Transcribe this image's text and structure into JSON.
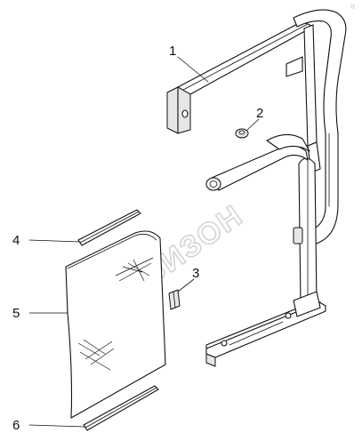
{
  "callouts": {
    "c1": "1",
    "c2": "2",
    "c3": "3",
    "c4": "4",
    "c5": "5",
    "c6": "6"
  },
  "watermark": {
    "text": "БИЗОН",
    "registered": "®"
  },
  "icons": {
    "watermark_logo": "bison-horn-logo-icon"
  }
}
